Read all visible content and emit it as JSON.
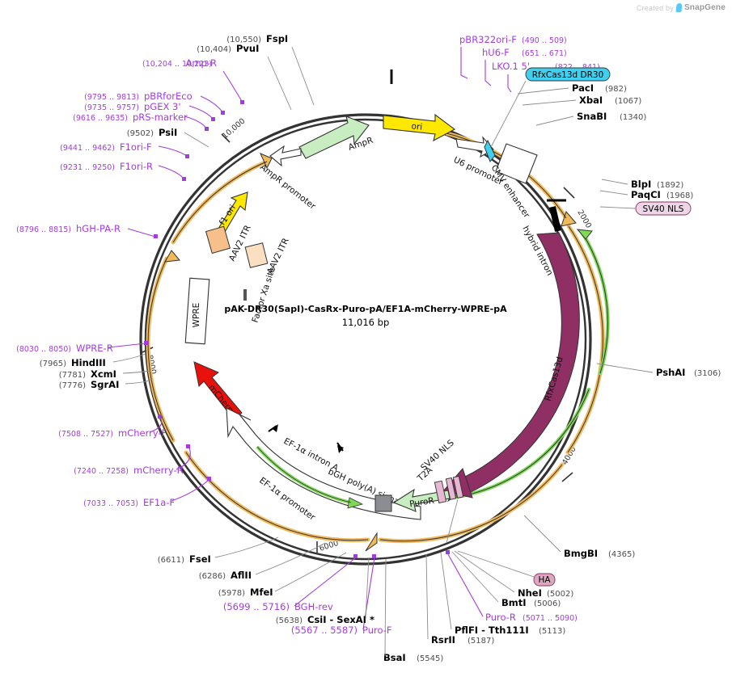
{
  "credit": {
    "prefix": "Created by",
    "brand": "SnapGene"
  },
  "plasmid": {
    "name": "pAK-DR30(SapI)-CasRx-Puro-pA/EF1A-mCherry-WPRE-pA",
    "size": "11,016 bp",
    "length_bp": 11016
  },
  "colors": {
    "primer": "#a23ce0",
    "enzyme": "#000000",
    "backbone": "#333333",
    "ori_yellow": "#ffe800",
    "ampr_green": "#c8edc0",
    "cas13d_purple": "#8f2f63",
    "mcherry_red": "#e8110c",
    "puror_green": "#c8edc0",
    "itr_orange": "#f7c08a",
    "orange_arrow": "#f0b95a",
    "green_arrow": "#7ed957",
    "drsite_cyan": "#3fd0f0",
    "nls_pink": "#e7b8d4",
    "ha_pink": "#d9a9c0"
  },
  "ruler_ticks": [
    "2000",
    "4000",
    "6000",
    "8000",
    "10,000"
  ],
  "features": [
    {
      "label": "ori",
      "type": "arrow-yellow"
    },
    {
      "label": "U6 promoter",
      "type": "arrow-outline"
    },
    {
      "label": "CMV enhancer",
      "type": "box-outline"
    },
    {
      "label": "AmpR",
      "type": "arrow-green"
    },
    {
      "label": "AmpR promoter",
      "type": "arrow-outline"
    },
    {
      "label": "f1 ori",
      "type": "arrow-yellow"
    },
    {
      "label": "AAV2 ITR",
      "type": "box-orange"
    },
    {
      "label": "AAV2 ITR",
      "type": "box-orange"
    },
    {
      "label": "WPRE",
      "type": "box-outline"
    },
    {
      "label": "Factor Xa site",
      "type": "tick"
    },
    {
      "label": "mCherry",
      "type": "arrow-red"
    },
    {
      "label": "EF-1α intron A",
      "type": "intron"
    },
    {
      "label": "EF-1α promoter",
      "type": "arrow-outline"
    },
    {
      "label": "bGH poly(A) signal",
      "type": "box-outline"
    },
    {
      "label": "PuroR",
      "type": "arrow-green"
    },
    {
      "label": "T2A",
      "type": "box-pink"
    },
    {
      "label": "SV40 NLS",
      "type": "box-pink"
    },
    {
      "label": "RfxCas13d",
      "type": "arrow-purple"
    },
    {
      "label": "hybrid intron",
      "type": "intron"
    }
  ],
  "badges": [
    {
      "label": "RfxCas13d DR30",
      "style": "cyan"
    },
    {
      "label": "SV40 NLS",
      "style": "pink"
    },
    {
      "label": "HA",
      "style": "pink"
    }
  ],
  "enzymes_top": [
    {
      "name": "FspI",
      "pos": "(10,550)"
    },
    {
      "name": "PvuI",
      "pos": "(10,404)"
    }
  ],
  "enzymes_right": [
    {
      "name": "PacI",
      "pos": "(982)"
    },
    {
      "name": "XbaI",
      "pos": "(1067)"
    },
    {
      "name": "SnaBI",
      "pos": "(1340)"
    },
    {
      "name": "BlpI",
      "pos": "(1892)"
    },
    {
      "name": "PaqCI",
      "pos": "(1968)"
    },
    {
      "name": "PshAI",
      "pos": "(3106)"
    },
    {
      "name": "BmgBI",
      "pos": "(4365)"
    }
  ],
  "enzymes_bottom": [
    {
      "name": "NheI",
      "pos": "(5002)"
    },
    {
      "name": "BmtI",
      "pos": "(5006)"
    },
    {
      "name": "PflFI  - Tth111I",
      "pos": "(5113)"
    },
    {
      "name": "RsrII",
      "pos": "(5187)"
    },
    {
      "name": "BsaI",
      "pos": "(5545)"
    },
    {
      "name": "CsiI  - SexAI *",
      "pos": "(5638)"
    },
    {
      "name": "MfeI",
      "pos": "(5978)"
    },
    {
      "name": "AflII",
      "pos": "(6286)"
    },
    {
      "name": "FseI",
      "pos": "(6611)"
    }
  ],
  "enzymes_left": [
    {
      "name": "SgrAI",
      "pos": "(7776)"
    },
    {
      "name": "XcmI",
      "pos": "(7781)"
    },
    {
      "name": "HindIII",
      "pos": "(7965)"
    },
    {
      "name": "PsiI",
      "pos": "(9502)"
    }
  ],
  "primers_top_right": [
    {
      "name": "pBR322ori-F",
      "range": "(490 .. 509)"
    },
    {
      "name": "hU6-F",
      "range": "(651 .. 671)"
    },
    {
      "name": "LKO.1 5'",
      "range": "(822 .. 841)"
    }
  ],
  "primers_bottom": [
    {
      "name": "Puro-R",
      "range": "(5071 .. 5090)"
    },
    {
      "name": "Puro-F",
      "range": "(5567 .. 5587)"
    },
    {
      "name": "BGH-rev",
      "range": "(5699 .. 5716)"
    }
  ],
  "primers_left": [
    {
      "name": "EF1a-F",
      "range": "(7033 .. 7053)"
    },
    {
      "name": "mCherry-R",
      "range": "(7240 .. 7258)"
    },
    {
      "name": "mCherry-F",
      "range": "(7508 .. 7527)"
    },
    {
      "name": "WPRE-R",
      "range": "(8030 .. 8050)"
    },
    {
      "name": "hGH-PA-R",
      "range": "(8796 .. 8815)"
    },
    {
      "name": "F1ori-R",
      "range": "(9231 .. 9250)"
    },
    {
      "name": "F1ori-F",
      "range": "(9441 .. 9462)"
    },
    {
      "name": "pRS-marker",
      "range": "(9616 .. 9635)"
    },
    {
      "name": "pGEX 3'",
      "range": "(9735 .. 9757)"
    },
    {
      "name": "pBRforEco",
      "range": "(9795 .. 9813)"
    },
    {
      "name": "Amp-R",
      "range": "(10,204 .. 10,223)"
    }
  ]
}
